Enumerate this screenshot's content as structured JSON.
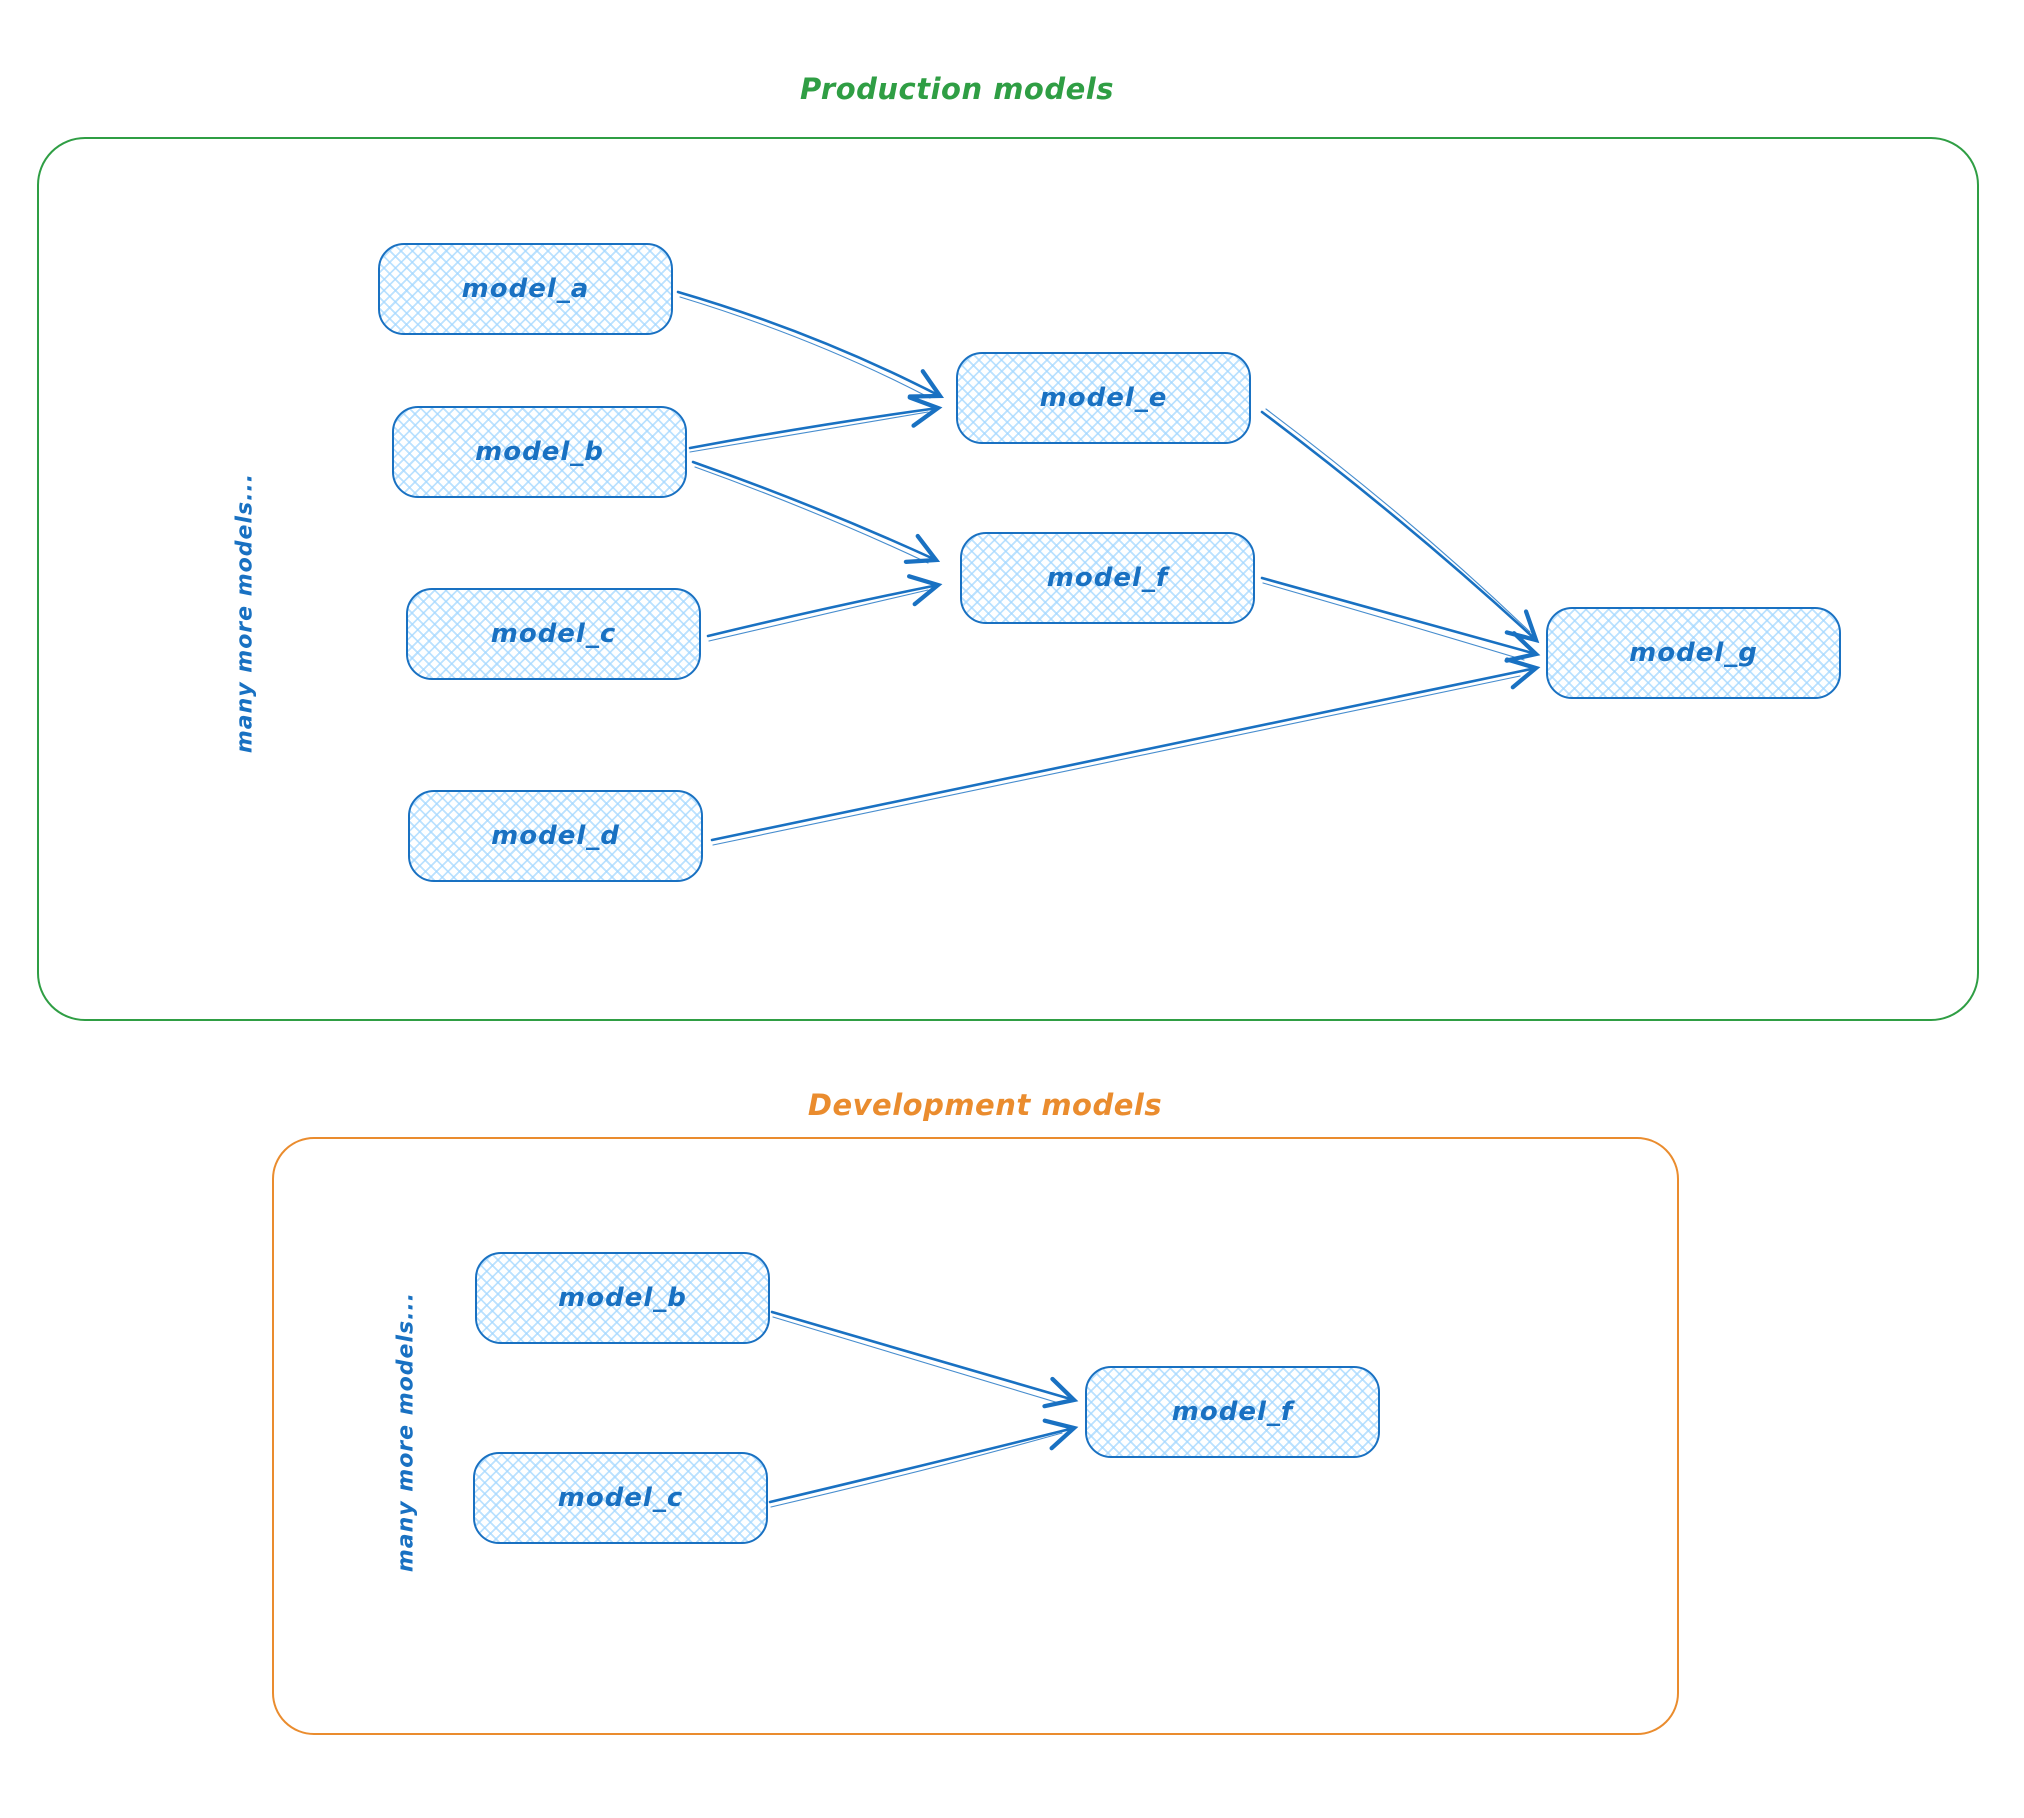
{
  "diagram": {
    "style": {
      "node_stroke": "#1971c2",
      "node_fill": "#a5d8ff",
      "node_text_color": "#1971c2",
      "production_accent": "#2f9e44",
      "development_accent": "#ea8c2e"
    },
    "production": {
      "title": "Production models",
      "side_label": "many more models...",
      "nodes": [
        {
          "id": "model_a",
          "label": "model_a"
        },
        {
          "id": "model_b",
          "label": "model_b"
        },
        {
          "id": "model_c",
          "label": "model_c"
        },
        {
          "id": "model_d",
          "label": "model_d"
        },
        {
          "id": "model_e",
          "label": "model_e"
        },
        {
          "id": "model_f",
          "label": "model_f"
        },
        {
          "id": "model_g",
          "label": "model_g"
        }
      ],
      "edges": [
        {
          "from": "model_a",
          "to": "model_e"
        },
        {
          "from": "model_b",
          "to": "model_e"
        },
        {
          "from": "model_b",
          "to": "model_f"
        },
        {
          "from": "model_c",
          "to": "model_f"
        },
        {
          "from": "model_e",
          "to": "model_g"
        },
        {
          "from": "model_f",
          "to": "model_g"
        },
        {
          "from": "model_d",
          "to": "model_g"
        }
      ]
    },
    "development": {
      "title": "Development models",
      "side_label": "many more models...",
      "nodes": [
        {
          "id": "model_b",
          "label": "model_b"
        },
        {
          "id": "model_c",
          "label": "model_c"
        },
        {
          "id": "model_f",
          "label": "model_f"
        }
      ],
      "edges": [
        {
          "from": "model_b",
          "to": "model_f"
        },
        {
          "from": "model_c",
          "to": "model_f"
        }
      ]
    }
  }
}
